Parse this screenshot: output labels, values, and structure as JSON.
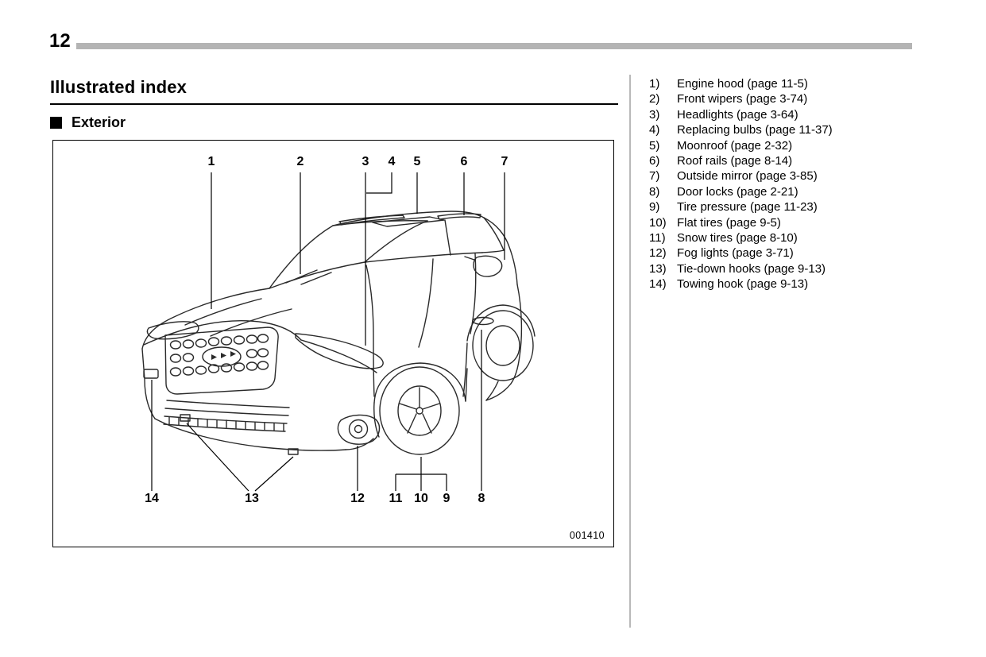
{
  "page_header": {
    "page_number": "12"
  },
  "title": "Illustrated index",
  "section": {
    "label": "Exterior"
  },
  "figure": {
    "code": "001410",
    "callouts": [
      "1",
      "2",
      "3",
      "4",
      "5",
      "6",
      "7",
      "8",
      "9",
      "10",
      "11",
      "12",
      "13",
      "14"
    ]
  },
  "index": {
    "items": [
      {
        "num": "1)",
        "label": "Engine hood (page 11-5)"
      },
      {
        "num": "2)",
        "label": "Front wipers (page 3-74)"
      },
      {
        "num": "3)",
        "label": "Headlights (page 3-64)"
      },
      {
        "num": "4)",
        "label": "Replacing bulbs (page 11-37)"
      },
      {
        "num": "5)",
        "label": "Moonroof (page 2-32)"
      },
      {
        "num": "6)",
        "label": "Roof rails (page 8-14)"
      },
      {
        "num": "7)",
        "label": "Outside mirror (page 3-85)"
      },
      {
        "num": "8)",
        "label": "Door locks (page 2-21)"
      },
      {
        "num": "9)",
        "label": "Tire pressure (page 11-23)"
      },
      {
        "num": "10)",
        "label": "Flat tires (page 9-5)"
      },
      {
        "num": "11)",
        "label": "Snow tires (page 8-10)"
      },
      {
        "num": "12)",
        "label": "Fog lights (page 3-71)"
      },
      {
        "num": "13)",
        "label": "Tie-down hooks (page 9-13)"
      },
      {
        "num": "14)",
        "label": "Towing hook (page 9-13)"
      }
    ]
  }
}
